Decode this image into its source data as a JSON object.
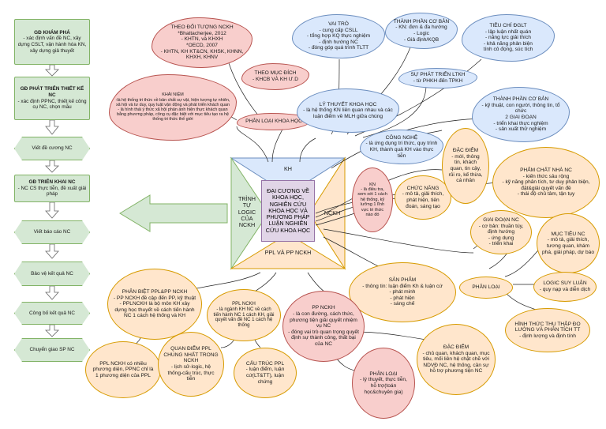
{
  "flow": {
    "steps": [
      {
        "title": "GĐ KHÁM PHÁ",
        "body": "- xác định vấn đề NC, xây dựng CSLT, vận hành hóa KN, xây dựng giả thuyết"
      },
      {
        "title": "GĐ PHÁT TRIỂN THIẾT KẾ NC",
        "body": "- xác định PPNC, thiết kế công cụ NC, chọn mẫu"
      },
      {
        "title": "Viết đề cương NC",
        "body": ""
      },
      {
        "title": "GĐ TRIỂN KHAI NC",
        "body": "- NC CS thực tiễn, đề xuất giải pháp"
      },
      {
        "title": "Viết báo cáo NC",
        "body": ""
      },
      {
        "title": "Bảo vệ kết quả NC",
        "body": ""
      },
      {
        "title": "Công bố kết quả NC",
        "body": ""
      },
      {
        "title": "Chuyển giao SP NC",
        "body": ""
      }
    ]
  },
  "center": {
    "main": "ĐẠI CƯƠNG VỀ KHOA HỌC, NGHIÊN CỨU KHOA HỌC VÀ PHƯƠNG PHÁP LUẬN NGHIÊN CỨU KHOA HỌC",
    "top": "KH",
    "left": "TRÌNH TỰ LOGIC CỦA NCKH",
    "right": "NCKH",
    "bottom": "PPL VÀ PP NCKH"
  },
  "nodes": {
    "theo_doi": "THEO ĐỐI TƯỢNG NCKH\n*Bhattacherjee, 2012\n- KHTN, và KHXH\n*OECD, 2007\n- KHTN, KH KT&CN, KHSK, KHNN, KHXH, KHNV",
    "khai_niem": "KHÁI NIỆM\n-là hệ thống tri thức về bản chất sự vật, hiện tượng tự nhiên, xã hội và tư duy, quy luật vận động và phát triển khách quan\n- là hình thái ý thức xã hội phản ánh hiện thực khách quan bằng phương pháp, công cụ đặc biệt với mục tiêu tạo ra hệ thống tri thức thế giới",
    "phan_loai_kh": "PHÂN LOẠI KHOA HỌC",
    "vai_tro": "VAI TRÒ\n- cung cấp CSLL\n- tổng hợp KQ thực nghiệm\n- định hướng NC\n- đóng góp quá trình TLTT",
    "thanh_phan_cb": "THÀNH PHẦN CƠ BẢN\n- KN: đơn & đa hướng\n- Logic\n- Giả định/KQB",
    "tieu_chi": "TIÊU CHÍ ĐGLT\n- lập luận nhất quán\n- năng lực giải thích\n- khả năng phản biện\ntính cô đọng, súc tích",
    "theo_muc_dich": "THEO MỤC ĐÍCH\n- KHCB VÀ KH Ư.D",
    "su_phat_trien": "SỰ PHÁT TRIỂN LTKH\n- từ PHKH đến TPKH",
    "ly_thuyet": "LÝ THUYẾT KHOA HỌC\n- là hệ thống KN liên quan nhau và các luận điểm về MLH giữa chúng",
    "thanh_phan_cb2": "THÀNH PHẦN CƠ BẢN\n- kỹ thuật, con người, thông tin, tổ chức\n2 GIAI ĐOẠN\n- triển khai thực nghiệm\n- sản xuất thử nghiệm",
    "cong_nghe": "CÔNG NGHỆ\n- là ứng dụng tri thức, quy trình KH, thành quả KH vào thực tiễn",
    "kn": "KN\n- là điều tra, xem xét 1 cách hệ thống, kỹ lưỡng 1 lĩnh vực tri thức nào đó",
    "chuc_nang": "CHỨC NĂNG\n- mô tả, giải thích, phát hiện, tiên đoán, sáng tạo",
    "dac_diem": "ĐẶC ĐIỂM\n- mới, thông tin, khách quan, tin cậy, rủi ro, kế thừa, cá nhân",
    "pham_chat": "PHẨM CHẤT NHÀ NC\n- kiến thức sâu rộng\n- kỹ năng phân tích, tư duy phản biện, đặt&giải quyết vấn đề\n- thái độ chủ tâm, tận tụy",
    "giai_doan": "GIAI ĐOẠN NC\n- cơ bản: thuần túy, định hướng\n- ứng dụng\n- triển khai",
    "muc_tieu": "MỤC TIÊU NC\n- mô tả, giải thích, tương quan, khám phá, giải pháp, dự báo",
    "phan_loai_nckh": "PHÂN LOẠI",
    "logic_suy_luan": "LOGIC SUY LUẬN\n- quy nạp và diễn dịch",
    "hinh_thuc": "HÌNH THỨC THU THẬP ĐO LƯỜNG VÀ PHÂN TÍCH TT\n- định lượng và định tính",
    "san_pham": "SẢN PHẨM\n- thông tin: luận điểm Kh & luận cứ\n- phát minh\n- phát hiện\n- sáng chế",
    "phan_biet": "PHÂN BIỆT PPL&PP NCKH\n- PP NCKH đề cập đến PP, kỹ thuật\n- PPLNCKH là bộ môn KH xây dựng học thuyết về cách tiến hành NC 1 cách hệ thống và KH",
    "ppl_nckh": "PPL NCKH\n- là ngành KH NC về cách tiến hành NC 1 cách KH, giải quyết vấn đề NC 1 cách hệ thống",
    "pp_nckh": "PP NCKH\n- là con đường, cách thức, phương tiện giải quyết nhiệm vụ NC\n- đóng vai trò quan trọng quyết định sự thành công, thất bại của NC",
    "ppl_nhieu": "PPL NCKH có nhiều phương diện, PPNC chỉ là 1 phương diện của PPL",
    "quan_diem": "QUAN ĐIỂM PPL CHUNG NHẤT TRONG NCKH\n- lịch sử-logic, hệ thống-cấu trúc, thực tiễn",
    "cau_truc": "CẤU TRÚC PPL\n- luận điểm, luận cứ(LT&TT), luận chứng",
    "phan_loai_pp": "PHÂN LOẠI\n- lý thuyết, thực tiễn, hỗ trợ(toán học&chuyên gia)",
    "dac_diem_pp": "ĐẶC ĐIỂM\n- chủ quan, khách quan, mục tiêu, mối liên hệ chặt chẽ với NDVĐ NC, hệ thống, cần sự hỗ trợ phương tiện NC"
  },
  "colors": {
    "green_fill": "#d5e8d4",
    "green_border": "#82b366",
    "blue_fill": "#dae8fc",
    "blue_border": "#6c8ebf",
    "pink_fill": "#f8cecc",
    "pink_border": "#b85450",
    "orange_fill": "#ffe6cc",
    "orange_border": "#d79b00",
    "yellow_fill": "#fff2cc",
    "purple_fill": "#e1d5e7"
  }
}
